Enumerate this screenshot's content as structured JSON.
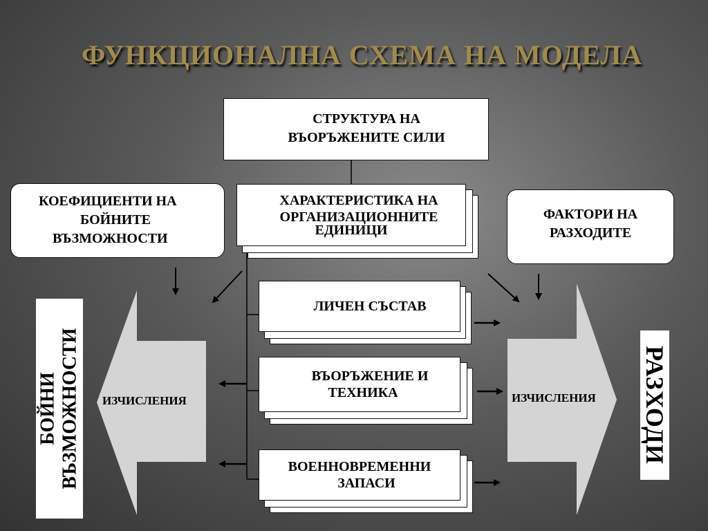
{
  "title": "ФУНКЦИОНАЛНА СХЕМА НА МОДЕЛА",
  "structure": {
    "line1": "СТРУКТУРА НА",
    "line2": "ВЪОРЪЖЕНИТЕ СИЛИ"
  },
  "coefficients": {
    "line1": "КОЕФИЦИЕНТИ НА",
    "line2": "БОЙНИТЕ",
    "line3": "ВЪЗМОЖНОСТИ"
  },
  "characteristics": {
    "line1": "ХАРАКТЕРИСТИКА НА",
    "line2": "ОРГАНИЗАЦИОННИТЕ",
    "line3": "ЕДИНИЦИ"
  },
  "cost_factors": {
    "line1": "ФАКТОРИ НА",
    "line2": "РАЗХОДИТЕ"
  },
  "personnel": {
    "label": "ЛИЧЕН СЪСТАВ"
  },
  "weapons": {
    "line1": "ВЪОРЪЖЕНИЕ И",
    "line2": "ТЕХНИКА"
  },
  "reserves": {
    "line1": "ВОЕННОВРЕМЕННИ",
    "line2": "ЗАПАСИ"
  },
  "left_arrow": {
    "label": "ИЗЧИСЛЕНИЯ"
  },
  "right_arrow": {
    "label": "ИЗЧИСЛЕНИЯ"
  },
  "combat_capabilities": {
    "line1": "БОЙНИ",
    "line2": "ВЪЗМОЖНОСТИ"
  },
  "costs": {
    "label": "РАЗХОДИ"
  }
}
